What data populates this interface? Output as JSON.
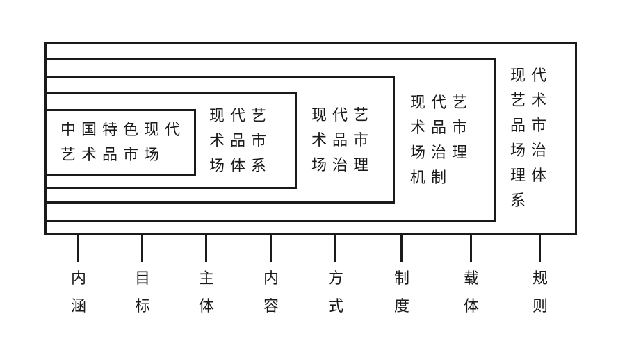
{
  "diagram": {
    "background_color": "#ffffff",
    "line_color": "#1a1a1a",
    "boxes": [
      {
        "name": "modern-art-market-governance-system",
        "label": "现代艺术品市场治理体系",
        "lines": [
          "现代",
          "艺术",
          "品市",
          "场治",
          "理体",
          "系"
        ]
      },
      {
        "name": "modern-art-market-governance-mechanism",
        "label": "现代艺术品市场治理机制",
        "lines": [
          "现代艺",
          "术品市",
          "场治理",
          "机制"
        ]
      },
      {
        "name": "modern-art-market-governance",
        "label": "现代艺术品市场治理",
        "lines": [
          "现代艺",
          "术品市",
          "场治理"
        ]
      },
      {
        "name": "modern-art-market-system",
        "label": "现代艺术品市场体系",
        "lines": [
          "现代艺",
          "术品市",
          "场体系"
        ]
      },
      {
        "name": "chinese-characteristics-modern-art-market",
        "label": "中国特色现代艺术品市场",
        "lines": [
          "中国特色现代",
          "艺术品市场"
        ]
      }
    ],
    "bottom_labels": [
      {
        "text": "内涵"
      },
      {
        "text": "目标"
      },
      {
        "text": "主体"
      },
      {
        "text": "内容"
      },
      {
        "text": "方式"
      },
      {
        "text": "制度"
      },
      {
        "text": "载体"
      },
      {
        "text": "规则"
      }
    ]
  }
}
